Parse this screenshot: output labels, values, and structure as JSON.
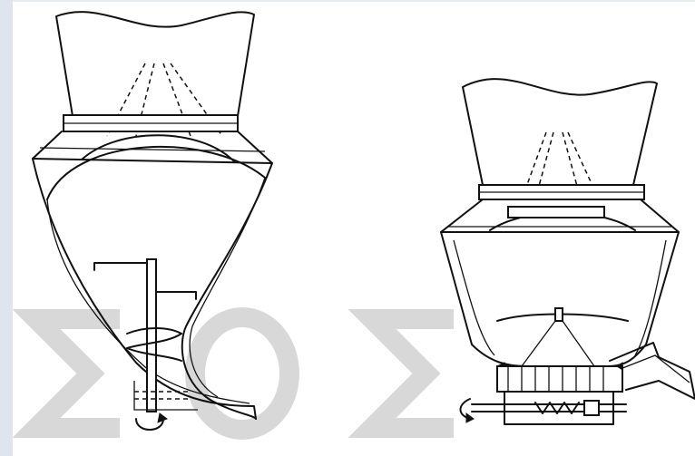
{
  "figure": {
    "panels": [
      "conical-screw-mixer-variant-a",
      "conical-screw-mixer-variant-b"
    ],
    "watermark_glyphs": [
      "Σ",
      "Ο",
      "Σ"
    ],
    "colors": {
      "ink": "#111111",
      "watermark": "#d8d8d8",
      "side_strip": "#dfe5ee"
    }
  }
}
